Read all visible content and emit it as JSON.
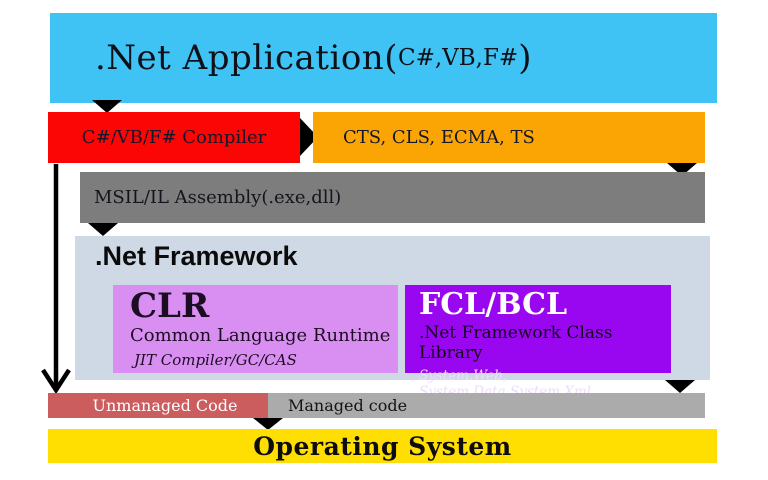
{
  "banner": {
    "prefix": ".Net Application(",
    "langs": "C#,VB,F#",
    "suffix": ")"
  },
  "compiler": {
    "label": "C#/VB/F# Compiler"
  },
  "cts": {
    "label": "CTS, CLS, ECMA, TS"
  },
  "msil": {
    "label": "MSIL/IL Assembly(.exe,dll)"
  },
  "framework": {
    "title": ".Net Framework",
    "clr": {
      "acronym": "CLR",
      "name": "Common Language Runtime",
      "detail": "JIT Compiler/GC/CAS"
    },
    "fcl": {
      "acronym": "FCL/BCL",
      "name": ".Net Framework Class Library",
      "detail": "System.Web, System.Data,System.Xml"
    }
  },
  "code_bar": {
    "unmanaged": "Unmanaged Code",
    "managed": "Managed code"
  },
  "os": {
    "label": "Operating System"
  },
  "colors": {
    "banner_bg": "#3fc3f4",
    "compiler_bg": "#fb0505",
    "cts_bg": "#fba505",
    "msil_bg": "#7d7d7d",
    "framework_bg": "#cfd9e5",
    "clr_bg": "#d98ef2",
    "fcl_bg": "#9906f0",
    "unmanaged_bg": "#cb5d5f",
    "managed_bg": "#ababab",
    "os_bg": "#ffde02",
    "arrow": "#000000",
    "text_dark": "#14141e",
    "text_light": "#ffffff"
  }
}
